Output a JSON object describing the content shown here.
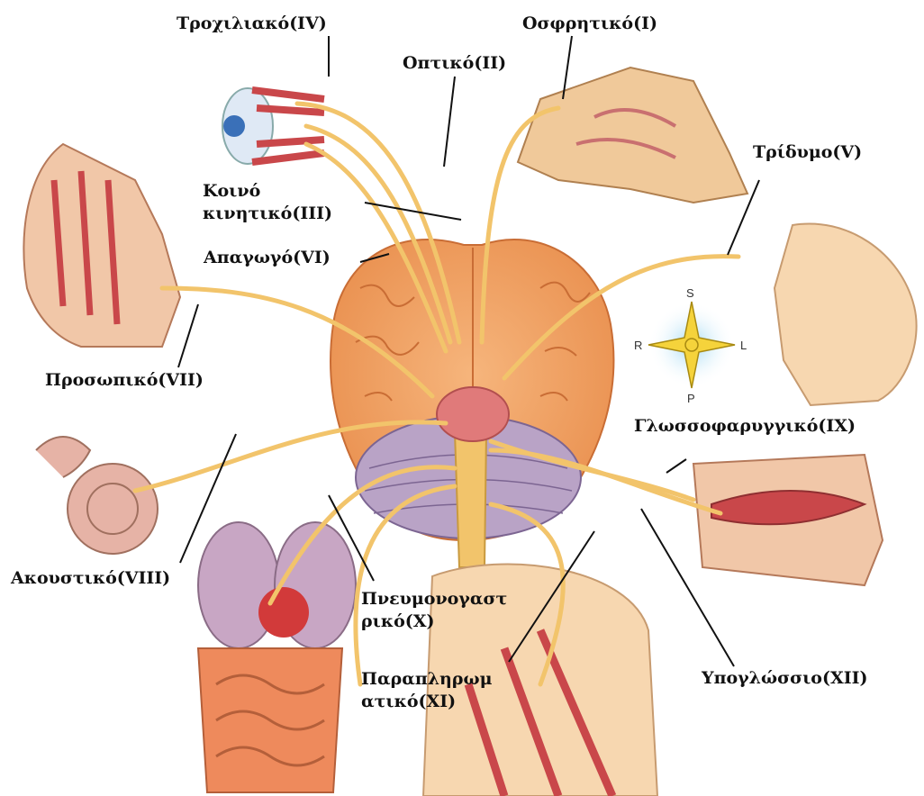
{
  "labels": {
    "trochlear": "Τροχιλιακό(IV)",
    "olfactory": "Οσφρητικό(Ι)",
    "optic": "Οπτικό(ΙΙ)",
    "trigeminal": "Τρίδυμο(V)",
    "oculomotor_1": "Κοινό",
    "oculomotor_2": "κινητικό(ΙΙΙ)",
    "abducens": "Απαγωγό(VI)",
    "facial": "Προσωπικό(VII)",
    "glossopharyngeal": "Γλωσσοφαρυγγικό(ΙΧ)",
    "vestibulocochlear": "Ακουστικό(VIII)",
    "vagus_1": "Πνευμονογαστ",
    "vagus_2": "ρικό(Χ)",
    "accessory_1": "Παραπληρωμ",
    "accessory_2": "ατικό(XI)",
    "hypoglossal": "Υπογλώσσιο(XII)"
  },
  "compass": {
    "top": "S",
    "bottom": "P",
    "left": "R",
    "right": "L"
  },
  "colors": {
    "nerve": "#f2c46b",
    "brain": "#f2a468",
    "skin": "#f7d7b0",
    "muscle": "#c9474a",
    "organ": "#c8a6c4"
  }
}
